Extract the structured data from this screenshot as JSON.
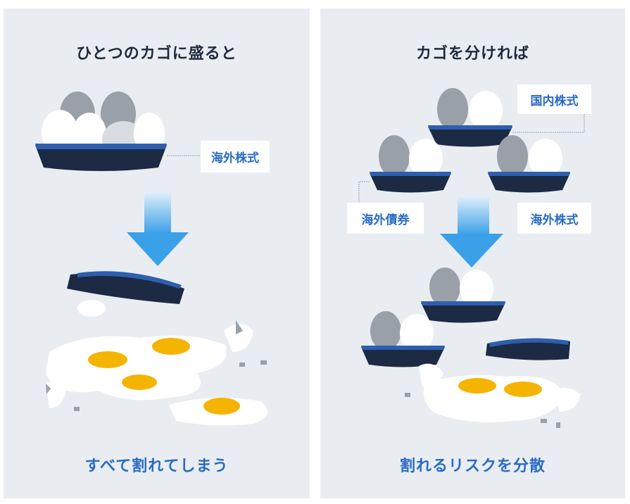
{
  "left_panel": {
    "title": "ひとつのカゴに盛ると",
    "label": "海外株式",
    "caption": "すべて割れてしまう"
  },
  "right_panel": {
    "title": "カゴを分ければ",
    "labels": {
      "top": "国内株式",
      "left": "海外債券",
      "right": "海外株式"
    },
    "caption": "割れるリスクを分散"
  },
  "colors": {
    "panel_bg": "#e9edf2",
    "basket": "#1c2a44",
    "basket_rim": "#2d5fae",
    "accent_text": "#2a6bc4",
    "arrow": "#3aa0e8",
    "yolk": "#f4b400"
  }
}
